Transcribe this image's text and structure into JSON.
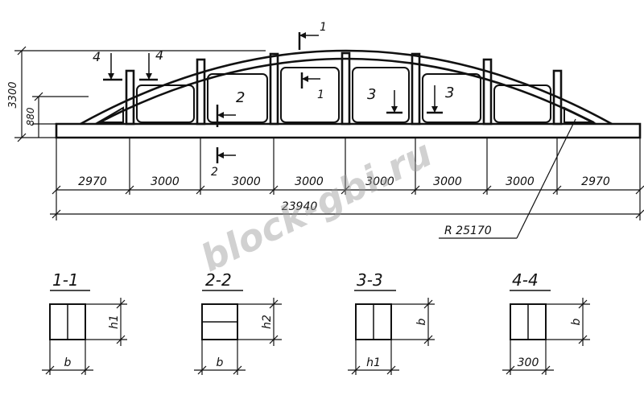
{
  "drawing": {
    "height_total": "3300",
    "height_end": "880",
    "spans": [
      "2970",
      "3000",
      "3000",
      "3000",
      "3000",
      "3000",
      "3000",
      "2970"
    ],
    "length_total": "23940",
    "radius": "R 25170"
  },
  "section_marks": {
    "m1_top": "1",
    "m1_bottom": "1",
    "m2_top": "2",
    "m2_bottom": "2",
    "m3_left": "3",
    "m3_right": "3",
    "m4_left": "4",
    "m4_right": "4"
  },
  "sections": [
    {
      "title": "1-1",
      "side": "h1",
      "bottom": "b"
    },
    {
      "title": "2-2",
      "side": "h2",
      "bottom": "b"
    },
    {
      "title": "3-3",
      "side": "b",
      "bottom": "h1"
    },
    {
      "title": "4-4",
      "side": "b",
      "bottom": "300"
    }
  ],
  "watermark": "block-gbi.ru"
}
